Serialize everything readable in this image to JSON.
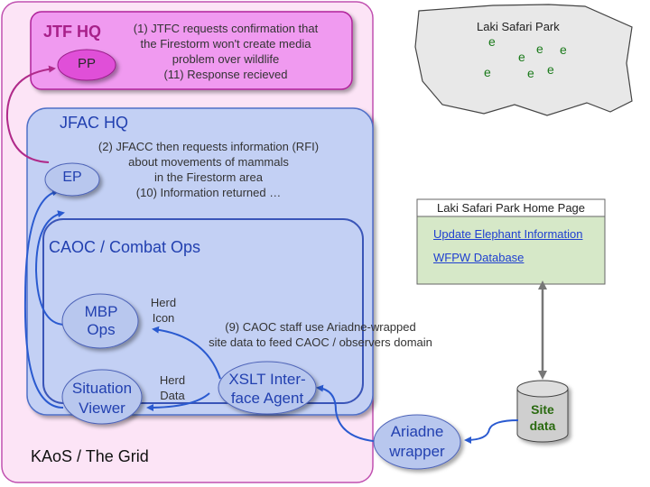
{
  "outer": {
    "label": "KAoS / The Grid"
  },
  "jtf": {
    "title": "JTF HQ",
    "pp_label": "PP",
    "note_lines": [
      "(1) JTFC requests confirmation that",
      "the Firestorm won't create media",
      "problem over wildlife",
      "(11) Response recieved"
    ]
  },
  "park": {
    "title": "Laki Safari Park",
    "marker_letter": "e"
  },
  "jfac": {
    "title": "JFAC HQ",
    "ep_label": "EP",
    "note_lines": [
      "(2) JFACC then requests information (RFI)",
      "about movements of mammals",
      "in the Firestorm area",
      "(10) Information returned …"
    ]
  },
  "caoc": {
    "title": "CAOC / Combat Ops",
    "mbp_label_lines": [
      "MBP",
      "Ops"
    ],
    "viewer_label_lines": [
      "Situation",
      "Viewer"
    ],
    "herd_icon_lines": [
      "Herd",
      "Icon"
    ],
    "herd_data_lines": [
      "Herd",
      "Data"
    ],
    "xslt_label_lines": [
      "XSLT Inter-",
      "face Agent"
    ],
    "step9_lines": [
      "(9) CAOC staff use Ariadne-wrapped",
      "site data to feed CAOC / observers domain"
    ]
  },
  "homepage": {
    "title": "Laki Safari Park Home Page",
    "links": [
      "Update Elephant Information",
      "WFPW Database"
    ]
  },
  "ariadne": {
    "label_lines": [
      "Ariadne",
      "wrapper"
    ]
  },
  "site": {
    "label_lines": [
      "Site",
      "data"
    ]
  },
  "colors": {
    "outer_fill": "#fce4f6",
    "outer_stroke": "#c050b0",
    "jtf_fill": "#f09af0",
    "jtf_stroke": "#b0209a",
    "pp_fill": "#e050d8",
    "jfac_fill": "#c3d0f4",
    "jfac_stroke": "#5070c8",
    "caoc_fill": "#c3d0f4",
    "caoc_stroke": "#3a55b8",
    "park_fill": "#e8e8e8",
    "marker": "#1a7a1a",
    "title_purple": "#a8208a",
    "title_blue": "#2240b0",
    "homepage_fill": "#d6e8c8",
    "site_fill": "#cfcfcf",
    "site_text": "#2a6a10",
    "arrow_blue": "#2a5ad0",
    "arrow_purple": "#b02a8a"
  }
}
